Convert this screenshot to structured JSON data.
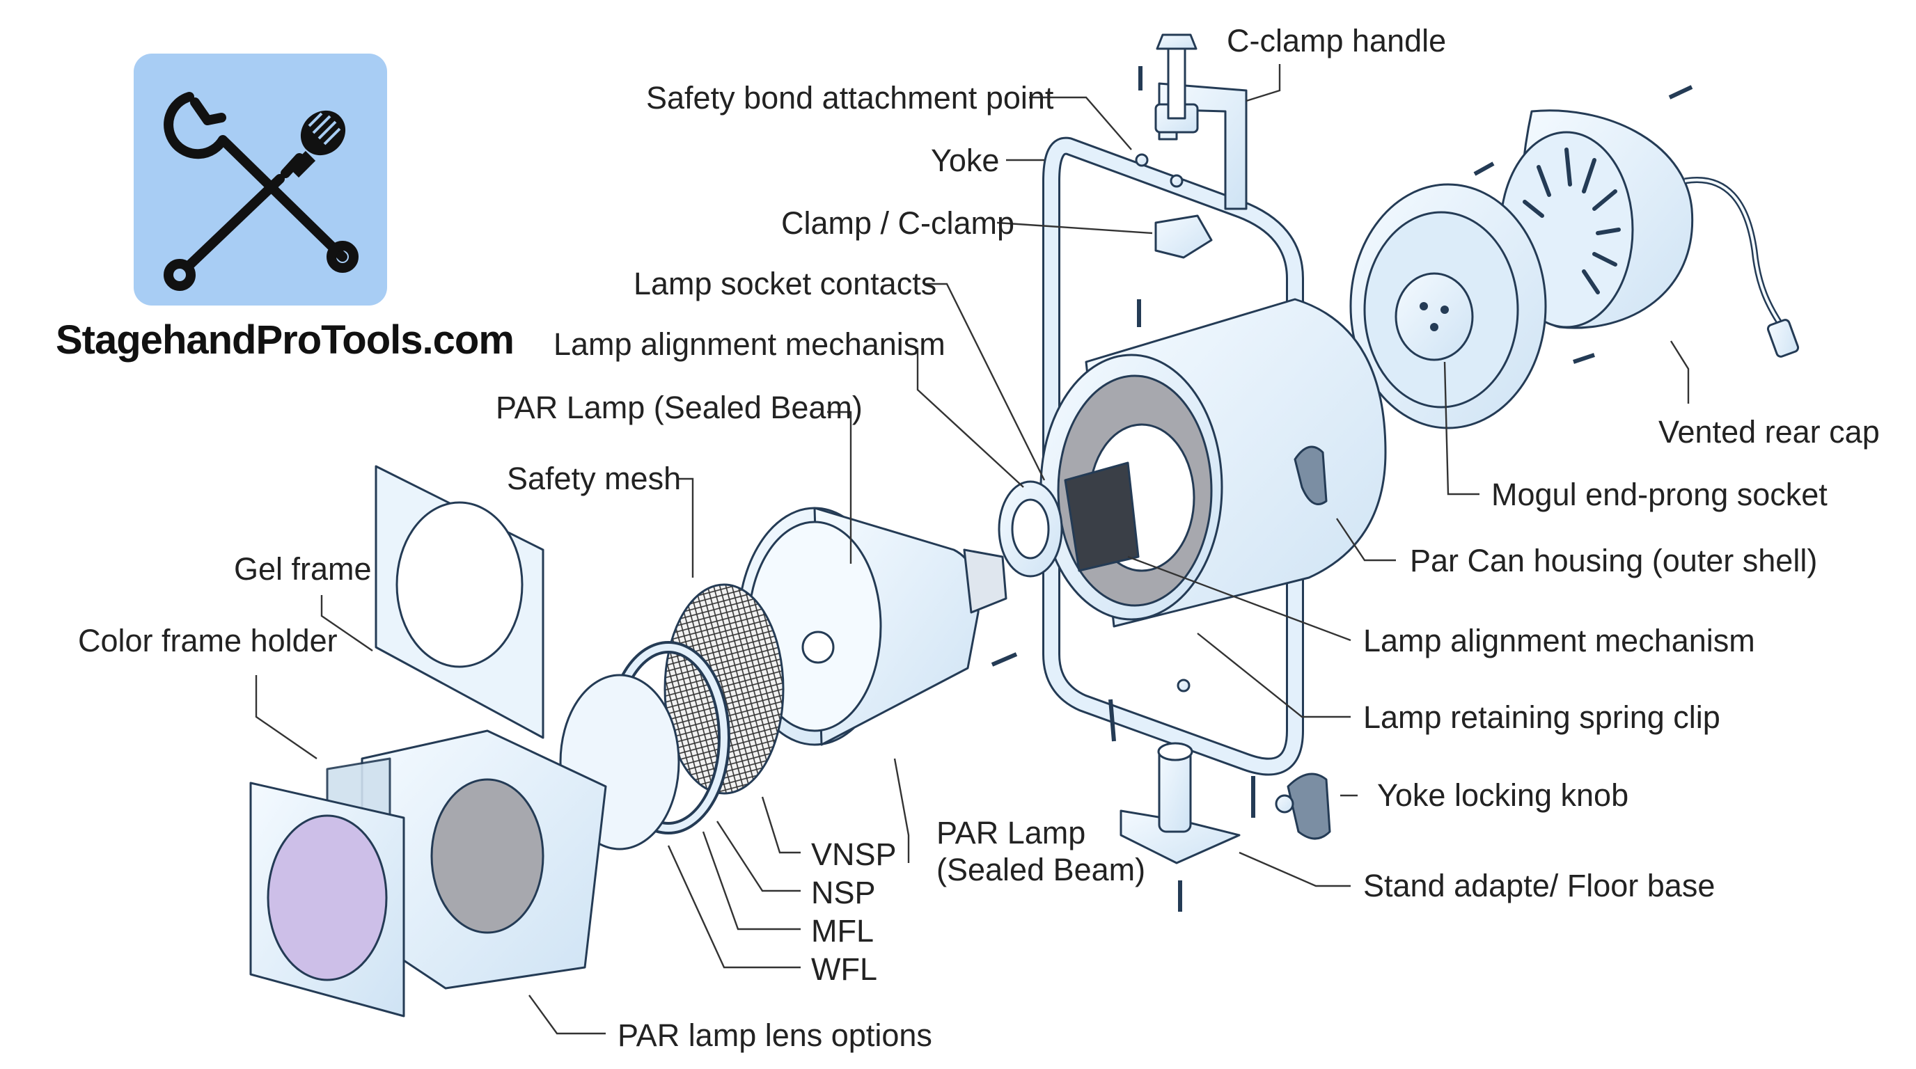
{
  "brand": {
    "site": "StagehandProTools.com",
    "logo_icon": "wrench-and-screwdriver-crossed-icon",
    "tile_color": "#a8cdf4"
  },
  "colors": {
    "part_fill": "#eaf4fc",
    "part_stroke": "#243b55",
    "gel": "#cdbfe8",
    "lens_gray": "#9a9aa0",
    "leader": "#333333"
  },
  "labels": {
    "c_clamp_handle": "C-clamp handle",
    "safety_bond": "Safety bond attachment point",
    "yoke": "Yoke",
    "clamp": "Clamp / C-clamp",
    "socket_contacts": "Lamp socket contacts",
    "alignment_top": "Lamp alignment mechanism",
    "par_lamp_top": "PAR Lamp (Sealed Beam)",
    "safety_mesh": "Safety mesh",
    "gel_frame": "Gel frame",
    "color_frame_holder": "Color frame holder",
    "vented_rear_cap": "Vented rear cap",
    "mogul_socket": "Mogul end-prong socket",
    "housing": "Par Can housing (outer shell)",
    "alignment_right": "Lamp alignment mechanism",
    "spring_clip": "Lamp retaining spring clip",
    "yoke_knob": "Yoke locking knob",
    "stand_adapter": "Stand adapte/ Floor base",
    "par_lamp_bottom": "PAR Lamp\n(Sealed Beam)",
    "vnsp": "VNSP",
    "nsp": "NSP",
    "mfl": "MFL",
    "wfl": "WFL",
    "lens_options": "PAR lamp lens options"
  }
}
